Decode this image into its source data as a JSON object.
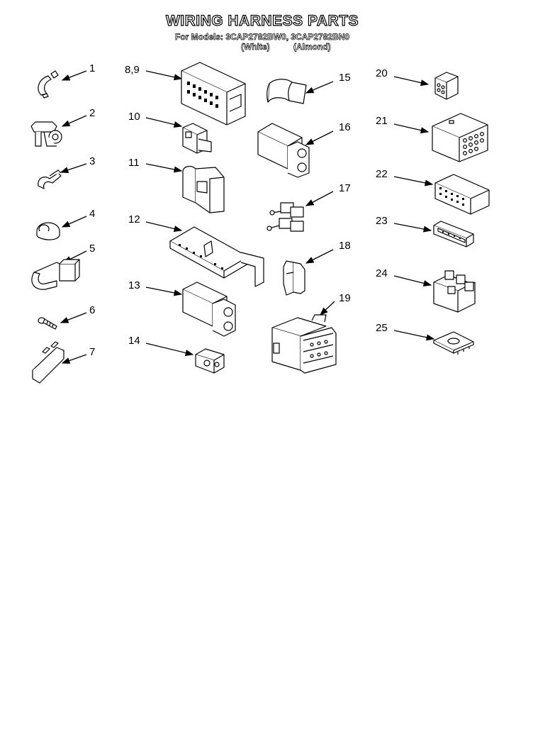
{
  "header": {
    "title": "WIRING HARNESS PARTS",
    "models_line": "For Models: 3CAP2782BW0, 3CAP2782BN0",
    "color_white": "(White)",
    "color_almond": "(Almond)"
  },
  "callouts": [
    "1",
    "2",
    "3",
    "4",
    "5",
    "6",
    "7",
    "8,9",
    "10",
    "11",
    "12",
    "13",
    "14",
    "15",
    "16",
    "17",
    "18",
    "19",
    "20",
    "21",
    "22",
    "23",
    "24",
    "25"
  ]
}
